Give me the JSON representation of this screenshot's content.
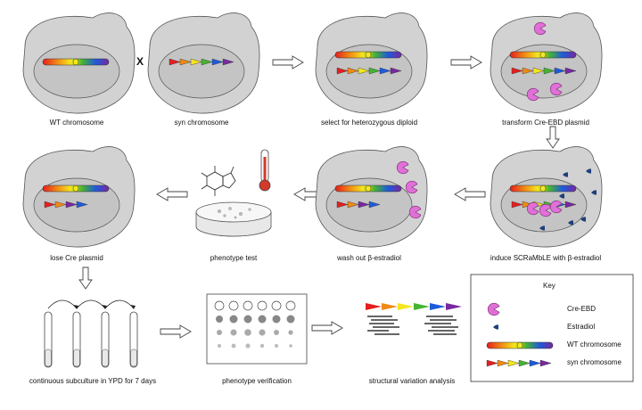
{
  "labels": {
    "wt_chromosome": "WT chromosome",
    "syn_chromosome": "syn chromosome",
    "select_diploid": "select for heterozygous diploid",
    "transform_plasmid": "transform Cre-EBD plasmid",
    "induce_scramble": "induce SCRaMbLE with β-estradiol",
    "wash_out": "wash out β-estradiol",
    "phenotype_test": "phenotype test",
    "lose_plasmid": "lose Cre plasmid",
    "subculture": "continuous subculture in YPD for 7 days",
    "phenotype_verification": "phenotype verification",
    "structural_analysis": "structural variation analysis"
  },
  "cross_symbol": "X",
  "key": {
    "title": "Key",
    "items": [
      {
        "label": "Cre-EBD",
        "icon": "cre-ebd-pacman-icon"
      },
      {
        "label": "Estradiol",
        "icon": "estradiol-drop-icon"
      },
      {
        "label": "WT chromosome",
        "icon": "wt-chromosome-bar-icon"
      },
      {
        "label": "syn chromosome",
        "icon": "syn-chromosome-arrows-icon"
      }
    ]
  },
  "colors": {
    "cell_fill": "#d2d2d2",
    "nucleus_fill": "#c4c4c4",
    "cre_ebd": "#e070d8",
    "estradiol": "#1f3f7a",
    "spectrum": [
      "#e61e1e",
      "#f08a14",
      "#f5e61e",
      "#46b432",
      "#1e5adc",
      "#7828a0"
    ]
  }
}
